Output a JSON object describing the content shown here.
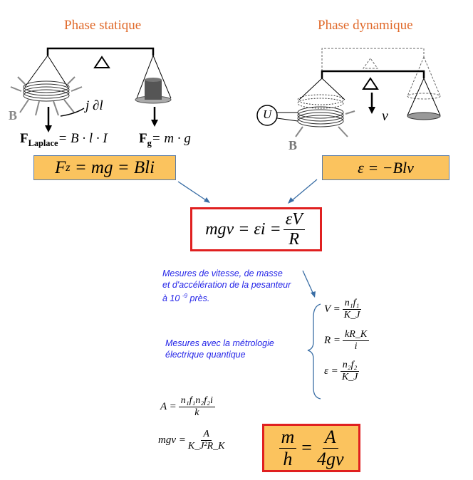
{
  "headings": {
    "static": "Phase statique",
    "dynamic": "Phase dynamique"
  },
  "static": {
    "field_label": "B",
    "current_label": "j ∂l",
    "laplace_F": "F",
    "laplace_sub": "Laplace",
    "laplace_rhs": "= B · l · I",
    "grav_F": "F",
    "grav_sub": "g",
    "grav_rhs": "= m · g",
    "box_lhs": "F",
    "box_sub": "z",
    "box_rhs": " = mg = Bli"
  },
  "dynamic": {
    "voltage_label": "U",
    "velocity_label": "v",
    "field_label": "B",
    "box": "ε = −Blv"
  },
  "central": {
    "lhs": "mgv = εi =",
    "num": "εV",
    "den": "R"
  },
  "notes": {
    "line1": "Mesures de vitesse, de masse",
    "line2": "et d'accélération de la pesanteur",
    "line3a": "à 10 ",
    "line3exp": "-9",
    "line3b": " près.",
    "quantum1": "Mesures avec la métrologie",
    "quantum2": "électrique quantique"
  },
  "equations": {
    "V_lhs": "V =",
    "V_num": "n₁f₁",
    "V_den": "K_J",
    "R_lhs": "R =",
    "R_num": "kR_K",
    "R_den": "i",
    "e_lhs": "ε =",
    "e_num": "n₂f₂",
    "e_den": "K_J",
    "A_lhs": "A =",
    "A_num": "n₁f₁n₂f₂i",
    "A_den": "k",
    "mgv_lhs": "mgv =",
    "mgv_num": "A",
    "mgv_den": "K_J²R_K"
  },
  "final": {
    "m": "m",
    "h": "h",
    "eq": "=",
    "num": "A",
    "den": "4gv"
  }
}
